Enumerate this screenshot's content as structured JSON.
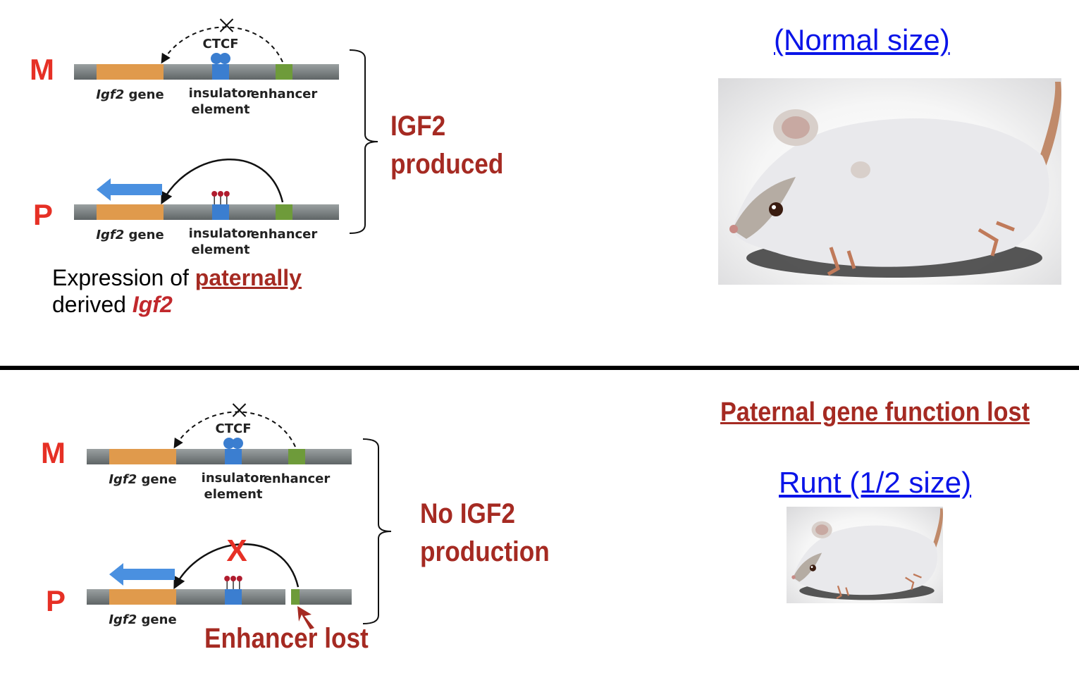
{
  "top": {
    "diagram": {
      "maternal_label": "M",
      "paternal_label": "P",
      "ctcf_label": "CTCF",
      "gene_italic": "Igf2",
      "gene_suffix": " gene",
      "insulator_label": "insulator",
      "element_label": "element",
      "enhancer_label": "enhancer"
    },
    "status": "IGF2\nproduced",
    "expression": {
      "prefix": "Expression of ",
      "emphasis": "paternally",
      "line2_prefix": "derived ",
      "gene": "Igf2"
    },
    "mouse_caption": "(Normal size)"
  },
  "bottom": {
    "diagram": {
      "maternal_label": "M",
      "paternal_label": "P",
      "ctcf_label": "CTCF",
      "gene_italic": "Igf2",
      "gene_suffix": " gene",
      "insulator_label": "insulator",
      "element_label": "element",
      "enhancer_label": "enhancer"
    },
    "status": "No IGF2\nproduction",
    "enhancer_lost": "Enhancer lost",
    "x_mark": "X",
    "heading": "Paternal gene function lost",
    "mouse_caption": "Runt (1/2 size)"
  },
  "colors": {
    "chromosome": "#7d8384",
    "igf2_gene": "#e09a4c",
    "insulator": "#3b7ed0",
    "enhancer": "#6e9b3a",
    "arrow": "#4a90e0",
    "methyl": "#b01c2e",
    "accent_red": "#a52a22",
    "link_blue": "#0a14e8"
  }
}
